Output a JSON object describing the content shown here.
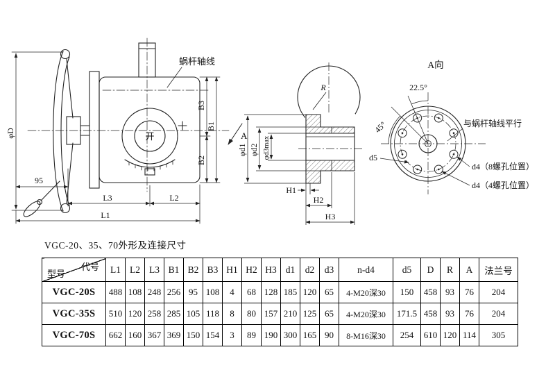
{
  "caption": "VGC-20、35、70外形及连接尺寸",
  "drawing": {
    "side_view": {
      "worm_axis": "蜗杆轴线",
      "open_mark": "开",
      "phi_D": "φD",
      "dim_95": "95",
      "L3": "L3",
      "L2": "L2",
      "L1": "L1",
      "B3": "B3",
      "B1": "B1",
      "B2": "B2",
      "view_arrow": "A"
    },
    "section_view": {
      "phi_d1": "φd1",
      "phi_d2": "φd2",
      "phi_d3max": "φd3max",
      "radius_mark": "R",
      "H1": "H1",
      "H2": "H2",
      "H3": "H3"
    },
    "flange_view": {
      "title": "A向",
      "angle_22_5": "22.5°",
      "angle_45": "45°",
      "d5": "d5",
      "parallel_note": "与蜗杆轴线平行",
      "d4_8_holes": "d4（8螺孔位置）",
      "d4_4_holes": "d4（4螺孔位置）"
    }
  },
  "table": {
    "corner": {
      "top": "代号",
      "bottom": "型号"
    },
    "columns": [
      "L1",
      "L2",
      "L3",
      "B1",
      "B2",
      "B3",
      "H1",
      "H2",
      "H3",
      "d1",
      "d2",
      "d3",
      "n-d4",
      "d5",
      "D",
      "R",
      "A",
      "法兰号"
    ],
    "rows": [
      {
        "model": "VGC-20S",
        "values": [
          "488",
          "108",
          "248",
          "256",
          "95",
          "108",
          "4",
          "68",
          "128",
          "185",
          "120",
          "65",
          "4-M20深30",
          "150",
          "458",
          "93",
          "76",
          "204"
        ]
      },
      {
        "model": "VGC-35S",
        "values": [
          "510",
          "120",
          "258",
          "285",
          "105",
          "118",
          "8",
          "80",
          "157",
          "210",
          "125",
          "65",
          "4-M20深30",
          "171.5",
          "458",
          "93",
          "76",
          "204"
        ]
      },
      {
        "model": "VGC-70S",
        "values": [
          "662",
          "160",
          "367",
          "369",
          "150",
          "154",
          "3",
          "89",
          "190",
          "300",
          "165",
          "90",
          "8-M16深30",
          "254",
          "610",
          "120",
          "114",
          "305"
        ]
      }
    ]
  }
}
